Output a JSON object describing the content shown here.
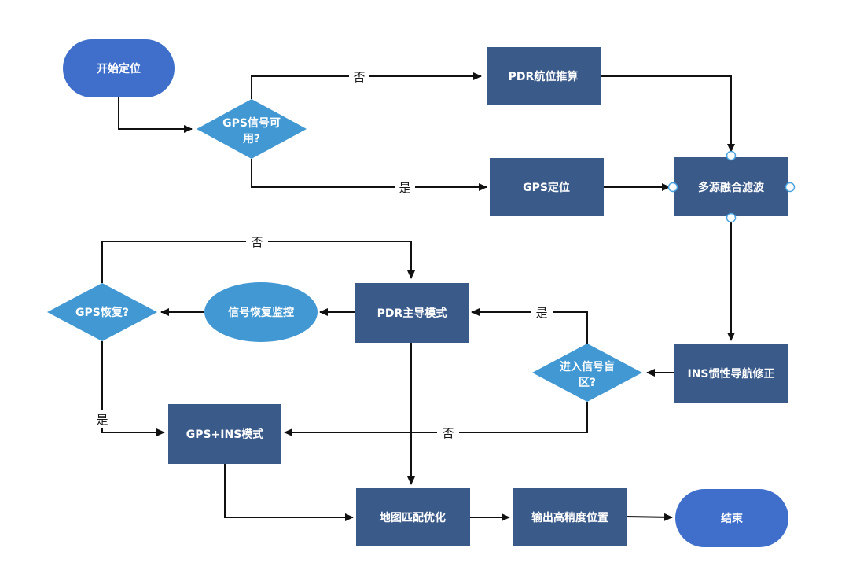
{
  "colors": {
    "terminal": "#3f6fcb",
    "process": "#3a5a8a",
    "decision": "#4298d2",
    "monitor": "#4298d2",
    "line": "#111111",
    "port": "#4aa3df"
  },
  "nodes": {
    "start": "开始定位",
    "gps_available": [
      "GPS信号可",
      "用?"
    ],
    "pdr_reckoning": "PDR航位推算",
    "gps_positioning": "GPS定位",
    "fusion_filter": "多源融合滤波",
    "ins_correction": "INS惯性导航修正",
    "enter_blind_zone": [
      "进入信号盲",
      "区?"
    ],
    "pdr_main_mode": "PDR主导模式",
    "signal_monitor": "信号恢复监控",
    "gps_recovered": "GPS恢复?",
    "gps_ins_mode": "GPS+INS模式",
    "map_matching": "地图匹配优化",
    "output_position": "输出高精度位置",
    "end": "结束"
  },
  "edge_labels": {
    "gps_no": "否",
    "gps_yes": "是",
    "blind_yes": "是",
    "blind_no": "否",
    "recovered_no": "否",
    "recovered_yes": "是"
  }
}
